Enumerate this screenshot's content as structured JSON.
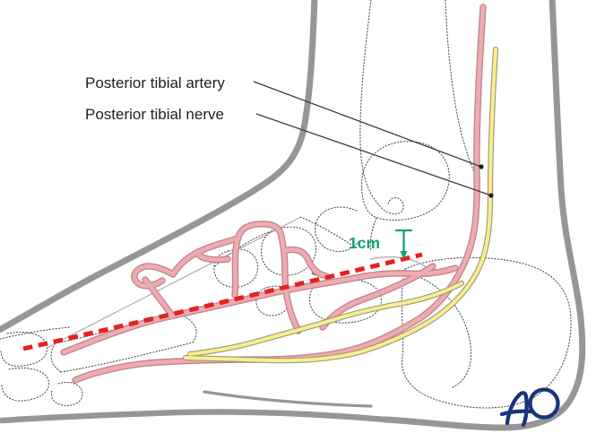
{
  "figure": {
    "description": "Medial view of foot and ankle with posterior tibial vessels, nerve and dashed incision line"
  },
  "labels": {
    "artery": "Posterior tibial artery",
    "nerve": "Posterior tibial nerve"
  },
  "measurement": {
    "value": "1cm"
  },
  "logo": {
    "text": "AO"
  },
  "colors": {
    "artery_fill": "#eeacb2",
    "artery_outline": "#c4878d",
    "nerve_fill": "#f8ee8e",
    "nerve_outline": "#a09a7c",
    "incision_red": "#e6211f",
    "measurement_green": "#0da468",
    "outline_gray": "#969696",
    "bone_dotted": "#4b4b4b",
    "logo_blue": "#17357d",
    "label_text": "#1f1f1f"
  }
}
